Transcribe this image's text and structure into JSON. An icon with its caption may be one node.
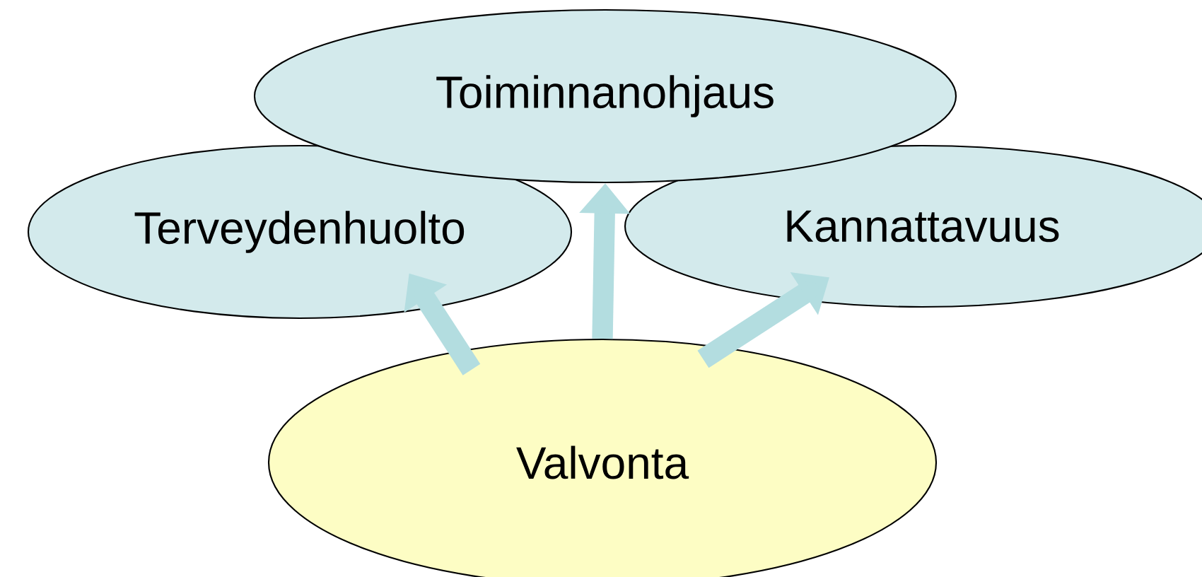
{
  "diagram": {
    "nodes": [
      {
        "text": [
          "Toiminnanohjaus"
        ]
      },
      {
        "text": [
          "Terveydenhuolto"
        ]
      },
      {
        "text": [
          "Kannattavuus"
        ]
      },
      {
        "text": [
          "Valvonta"
        ]
      }
    ],
    "edges": [
      {
        "from": 3,
        "to": 1,
        "arrow": "to"
      },
      {
        "from": 3,
        "to": 0,
        "arrow": "to"
      },
      {
        "from": 3,
        "to": 2,
        "arrow": "to"
      }
    ]
  }
}
